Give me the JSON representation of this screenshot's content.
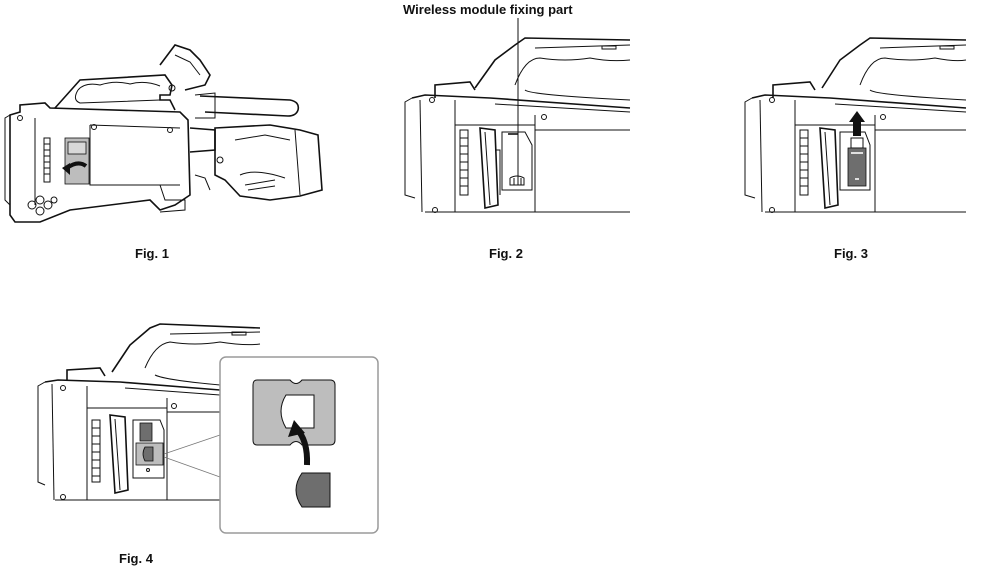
{
  "figures": [
    {
      "id": "fig1",
      "caption": "Fig. 1",
      "description": "Camcorder side view with slot cover opened (curved arrow)"
    },
    {
      "id": "fig2",
      "caption": "Fig. 2",
      "description": "Close-up of open slot showing the wireless module fixing part",
      "callout": "Wireless module fixing part"
    },
    {
      "id": "fig3",
      "caption": "Fig. 3",
      "description": "Wireless module being inserted upward (straight arrow)"
    },
    {
      "id": "fig4",
      "caption": "Fig. 4",
      "description": "Rubber cap fitted over module, detail inset with curved arrow"
    }
  ],
  "colors": {
    "line": "#111111",
    "cover_gray": "#bdbdbd",
    "module_gray": "#6e6e6e",
    "inset_border": "#9a9a9a",
    "background": "#ffffff"
  }
}
